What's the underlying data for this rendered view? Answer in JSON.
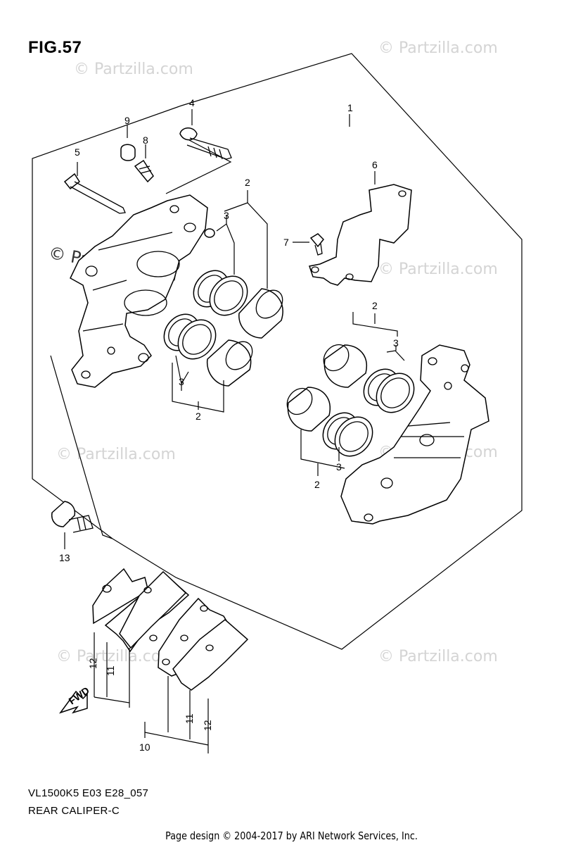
{
  "figure": {
    "title": "FIG.57"
  },
  "watermarks": [
    {
      "text": "© Partzilla.com",
      "style": "faint"
    },
    {
      "text": "© Partzilla.com",
      "style": "faint"
    },
    {
      "text": "© Partzilla.com",
      "style": "faint"
    },
    {
      "text": "© Partzilla.com",
      "style": "faint"
    },
    {
      "text": "© Partzilla.com",
      "style": "faint"
    },
    {
      "text": "© Partzilla.com",
      "style": "faint"
    },
    {
      "text": "© Partzilla.com",
      "style": "faint"
    },
    {
      "text": "© Partzilla.com",
      "style": "dark"
    }
  ],
  "callouts": {
    "c1": "1",
    "c2a": "2",
    "c2b": "2",
    "c2c": "2",
    "c2d": "2",
    "c3a": "3",
    "c3b": "3",
    "c3c": "3",
    "c3d": "3",
    "c4": "4",
    "c5": "5",
    "c6": "6",
    "c7": "7",
    "c8": "8",
    "c9": "9",
    "c10": "10",
    "c11a": "11",
    "c11b": "11",
    "c12a": "12",
    "c12b": "12",
    "c13": "13"
  },
  "fwd_label": "FWD",
  "footer": {
    "model_code": "VL1500K5 E03 E28_057",
    "section_name": "REAR CALIPER-C",
    "copyright": "Page design © 2004-2017 by ARI Network Services, Inc."
  }
}
